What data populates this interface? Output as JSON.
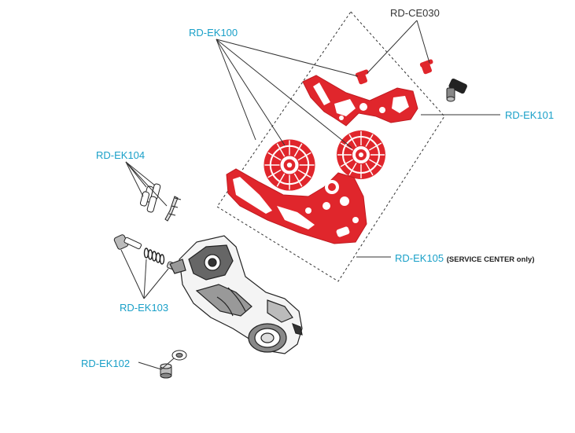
{
  "labels": {
    "rd_ce030": "RD-CE030",
    "rd_ek100": "RD-EK100",
    "rd_ek101": "RD-EK101",
    "rd_ek104": "RD-EK104",
    "rd_ek105": "RD-EK105",
    "rd_ek105_note": "(SERVICE CENTER only)",
    "rd_ek103": "RD-EK103",
    "rd_ek102": "RD-EK102"
  },
  "colors": {
    "label_blue": "#1aa0c8",
    "label_black": "#333333",
    "part_red": "#e0262c",
    "line": "#333333"
  }
}
